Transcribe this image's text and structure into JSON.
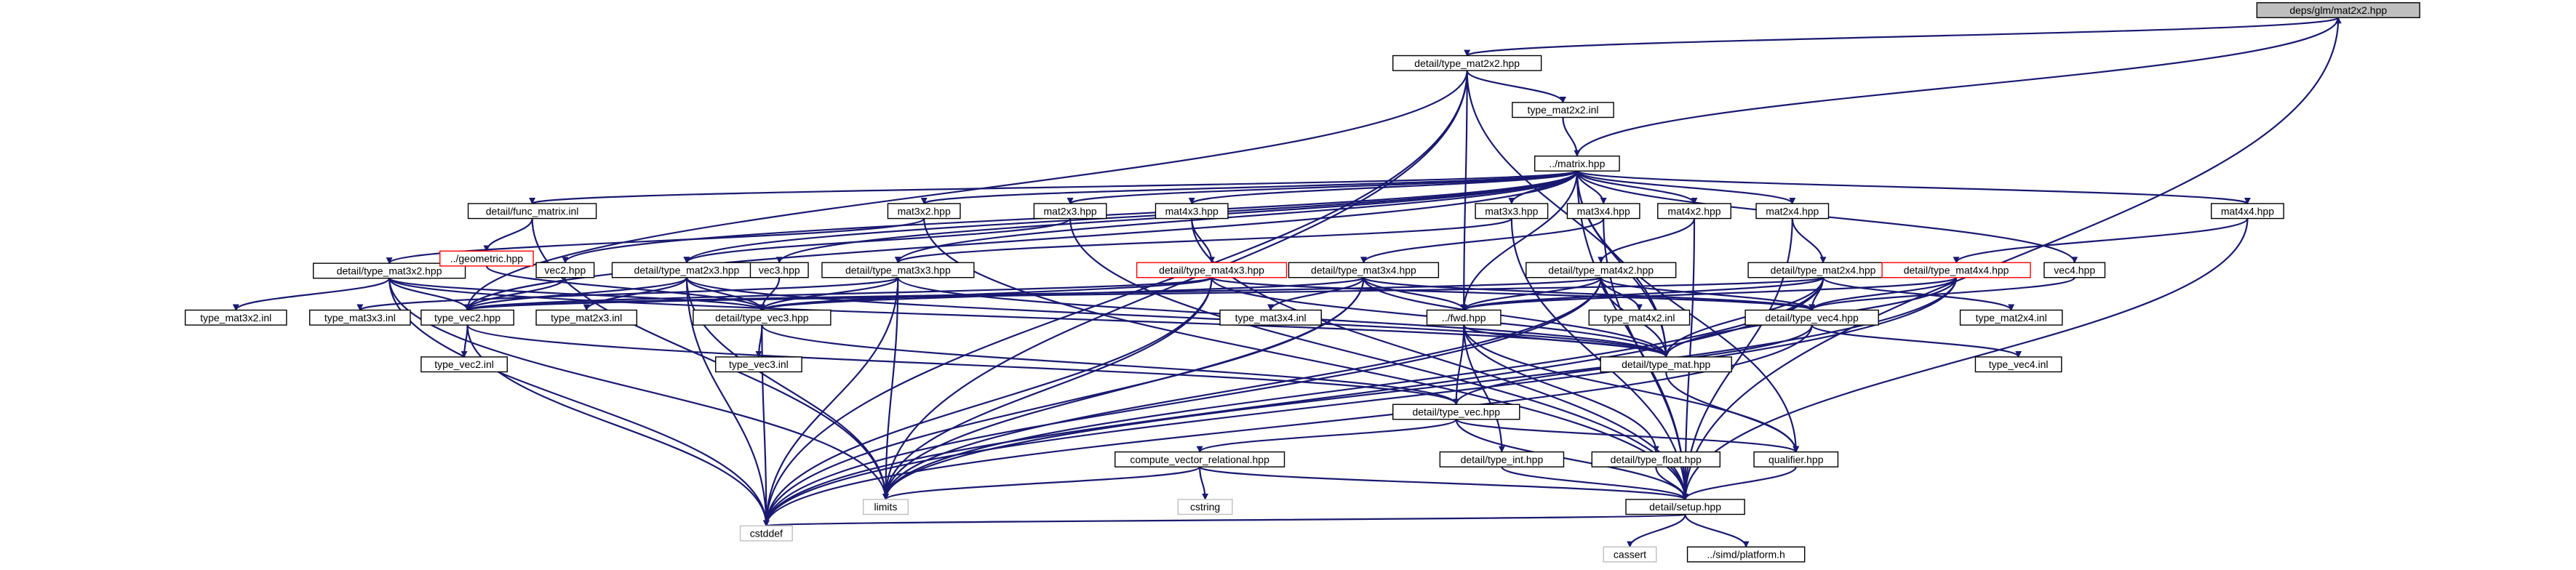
{
  "edge_color": "#191970",
  "root_fill": "#bfbfbf",
  "truncated_border": "#ff0000",
  "external_border": "#bfbfbf",
  "nodes": [
    {
      "id": "root",
      "label": "deps/glm/mat2x2.hpp",
      "kind": "root"
    },
    {
      "id": "tm2x2",
      "label": "detail/type_mat2x2.hpp",
      "kind": "normal"
    },
    {
      "id": "tm2x2inl",
      "label": "type_mat2x2.inl",
      "kind": "normal"
    },
    {
      "id": "matrix",
      "label": "../matrix.hpp",
      "kind": "normal"
    },
    {
      "id": "funcmat",
      "label": "detail/func_matrix.inl",
      "kind": "normal"
    },
    {
      "id": "m3x2",
      "label": "mat3x2.hpp",
      "kind": "normal"
    },
    {
      "id": "m2x3",
      "label": "mat2x3.hpp",
      "kind": "normal"
    },
    {
      "id": "m4x3",
      "label": "mat4x3.hpp",
      "kind": "normal"
    },
    {
      "id": "m3x3",
      "label": "mat3x3.hpp",
      "kind": "normal"
    },
    {
      "id": "m3x4",
      "label": "mat3x4.hpp",
      "kind": "normal"
    },
    {
      "id": "m4x2",
      "label": "mat4x2.hpp",
      "kind": "normal"
    },
    {
      "id": "m2x4",
      "label": "mat2x4.hpp",
      "kind": "normal"
    },
    {
      "id": "m4x4",
      "label": "mat4x4.hpp",
      "kind": "normal"
    },
    {
      "id": "tm3x2",
      "label": "detail/type_mat3x2.hpp",
      "kind": "normal"
    },
    {
      "id": "geometric",
      "label": "../geometric.hpp",
      "kind": "truncated"
    },
    {
      "id": "vec2",
      "label": "vec2.hpp",
      "kind": "normal"
    },
    {
      "id": "tm2x3",
      "label": "detail/type_mat2x3.hpp",
      "kind": "normal"
    },
    {
      "id": "vec3",
      "label": "vec3.hpp",
      "kind": "normal"
    },
    {
      "id": "tm3x3",
      "label": "detail/type_mat3x3.hpp",
      "kind": "normal"
    },
    {
      "id": "tm4x3",
      "label": "detail/type_mat4x3.hpp",
      "kind": "truncated"
    },
    {
      "id": "tm3x4",
      "label": "detail/type_mat3x4.hpp",
      "kind": "normal"
    },
    {
      "id": "tm4x2",
      "label": "detail/type_mat4x2.hpp",
      "kind": "normal"
    },
    {
      "id": "tm2x4",
      "label": "detail/type_mat2x4.hpp",
      "kind": "normal"
    },
    {
      "id": "tm4x4",
      "label": "detail/type_mat4x4.hpp",
      "kind": "truncated"
    },
    {
      "id": "vec4",
      "label": "vec4.hpp",
      "kind": "normal"
    },
    {
      "id": "tm3x2inl",
      "label": "type_mat3x2.inl",
      "kind": "normal"
    },
    {
      "id": "tm3x3inl",
      "label": "type_mat3x3.inl",
      "kind": "normal"
    },
    {
      "id": "tvec2",
      "label": "type_vec2.hpp",
      "kind": "normal"
    },
    {
      "id": "tm2x3inl",
      "label": "type_mat2x3.inl",
      "kind": "normal"
    },
    {
      "id": "tvec3",
      "label": "detail/type_vec3.hpp",
      "kind": "normal"
    },
    {
      "id": "tm3x4inl",
      "label": "type_mat3x4.inl",
      "kind": "normal"
    },
    {
      "id": "fwd",
      "label": "../fwd.hpp",
      "kind": "normal"
    },
    {
      "id": "tm4x2inl",
      "label": "type_mat4x2.inl",
      "kind": "normal"
    },
    {
      "id": "tvec4",
      "label": "detail/type_vec4.hpp",
      "kind": "normal"
    },
    {
      "id": "tm2x4inl",
      "label": "type_mat2x4.inl",
      "kind": "normal"
    },
    {
      "id": "tvec2inl",
      "label": "type_vec2.inl",
      "kind": "normal"
    },
    {
      "id": "tvec3inl",
      "label": "type_vec3.inl",
      "kind": "normal"
    },
    {
      "id": "tmat",
      "label": "detail/type_mat.hpp",
      "kind": "normal"
    },
    {
      "id": "tvec4inl",
      "label": "type_vec4.inl",
      "kind": "normal"
    },
    {
      "id": "tvec",
      "label": "detail/type_vec.hpp",
      "kind": "normal"
    },
    {
      "id": "cvr",
      "label": "compute_vector_relational.hpp",
      "kind": "normal"
    },
    {
      "id": "tint",
      "label": "detail/type_int.hpp",
      "kind": "normal"
    },
    {
      "id": "tfloat",
      "label": "detail/type_float.hpp",
      "kind": "normal"
    },
    {
      "id": "qualifier",
      "label": "qualifier.hpp",
      "kind": "normal"
    },
    {
      "id": "limits",
      "label": "limits",
      "kind": "external"
    },
    {
      "id": "cstring",
      "label": "cstring",
      "kind": "external"
    },
    {
      "id": "setup",
      "label": "detail/setup.hpp",
      "kind": "normal"
    },
    {
      "id": "cstddef",
      "label": "cstddef",
      "kind": "external"
    },
    {
      "id": "cassert",
      "label": "cassert",
      "kind": "external"
    },
    {
      "id": "platform",
      "label": "../simd/platform.h",
      "kind": "normal"
    }
  ],
  "edges": [
    [
      "root",
      "tm2x2"
    ],
    [
      "root",
      "setup"
    ],
    [
      "tm2x2",
      "tm2x2inl"
    ],
    [
      "tm2x2",
      "fwd"
    ],
    [
      "tm2x2",
      "tmat"
    ],
    [
      "tm2x2",
      "tvec2"
    ],
    [
      "tm2x2",
      "limits"
    ],
    [
      "tm2x2",
      "cstddef"
    ],
    [
      "tm2x2inl",
      "matrix"
    ],
    [
      "matrix",
      "root"
    ],
    [
      "matrix",
      "funcmat"
    ],
    [
      "matrix",
      "m3x2"
    ],
    [
      "matrix",
      "m2x3"
    ],
    [
      "matrix",
      "m4x3"
    ],
    [
      "matrix",
      "m3x3"
    ],
    [
      "matrix",
      "m3x4"
    ],
    [
      "matrix",
      "m4x2"
    ],
    [
      "matrix",
      "m2x4"
    ],
    [
      "matrix",
      "m4x4"
    ],
    [
      "matrix",
      "vec2"
    ],
    [
      "matrix",
      "vec3"
    ],
    [
      "matrix",
      "vec4"
    ],
    [
      "matrix",
      "tm2x3"
    ],
    [
      "matrix",
      "tm3x3"
    ],
    [
      "matrix",
      "tvec2"
    ],
    [
      "matrix",
      "fwd"
    ],
    [
      "matrix",
      "tmat"
    ],
    [
      "matrix",
      "qualifier"
    ],
    [
      "matrix",
      "setup"
    ],
    [
      "funcmat",
      "geometric"
    ],
    [
      "funcmat",
      "limits"
    ],
    [
      "m3x2",
      "tm3x2"
    ],
    [
      "m3x2",
      "setup"
    ],
    [
      "m2x3",
      "tm2x3"
    ],
    [
      "m2x3",
      "setup"
    ],
    [
      "m4x3",
      "tm4x3"
    ],
    [
      "m4x3",
      "setup"
    ],
    [
      "m3x3",
      "tm3x3"
    ],
    [
      "m3x3",
      "setup"
    ],
    [
      "m3x4",
      "tm3x4"
    ],
    [
      "m3x4",
      "setup"
    ],
    [
      "m4x2",
      "tm4x2"
    ],
    [
      "m4x2",
      "setup"
    ],
    [
      "m2x4",
      "tm2x4"
    ],
    [
      "m2x4",
      "setup"
    ],
    [
      "m4x4",
      "tm4x4"
    ],
    [
      "m4x4",
      "setup"
    ],
    [
      "tm3x2",
      "tm3x2inl"
    ],
    [
      "tm3x2",
      "tvec2"
    ],
    [
      "tm3x2",
      "tvec3"
    ],
    [
      "tm3x2",
      "tmat"
    ],
    [
      "tm3x2",
      "limits"
    ],
    [
      "tm3x2",
      "cstddef"
    ],
    [
      "geometric",
      "tvec3"
    ],
    [
      "vec2",
      "tvec2"
    ],
    [
      "tm2x3",
      "tm2x3inl"
    ],
    [
      "tm2x3",
      "tvec2"
    ],
    [
      "tm2x3",
      "tvec3"
    ],
    [
      "tm2x3",
      "tmat"
    ],
    [
      "tm2x3",
      "limits"
    ],
    [
      "tm2x3",
      "cstddef"
    ],
    [
      "vec3",
      "tvec3"
    ],
    [
      "tm3x3",
      "tm3x3inl"
    ],
    [
      "tm3x3",
      "tvec3"
    ],
    [
      "tm3x3",
      "tmat"
    ],
    [
      "tm3x3",
      "limits"
    ],
    [
      "tm3x3",
      "cstddef"
    ],
    [
      "tm4x3",
      "tvec3"
    ],
    [
      "tm4x3",
      "tvec4"
    ],
    [
      "tm4x3",
      "tmat"
    ],
    [
      "tm4x3",
      "tvec2"
    ],
    [
      "tm4x3",
      "limits"
    ],
    [
      "tm4x3",
      "cstddef"
    ],
    [
      "tm3x4",
      "tm3x4inl"
    ],
    [
      "tm3x4",
      "tvec3"
    ],
    [
      "tm3x4",
      "tvec4"
    ],
    [
      "tm3x4",
      "tmat"
    ],
    [
      "tm3x4",
      "fwd"
    ],
    [
      "tm3x4",
      "limits"
    ],
    [
      "tm3x4",
      "cstddef"
    ],
    [
      "tm4x2",
      "tm4x2inl"
    ],
    [
      "tm4x2",
      "tvec2"
    ],
    [
      "tm4x2",
      "tvec4"
    ],
    [
      "tm4x2",
      "tmat"
    ],
    [
      "tm4x2",
      "fwd"
    ],
    [
      "tm4x2",
      "limits"
    ],
    [
      "tm4x2",
      "cstddef"
    ],
    [
      "tm2x4",
      "tm2x4inl"
    ],
    [
      "tm2x4",
      "tvec2"
    ],
    [
      "tm2x4",
      "tvec4"
    ],
    [
      "tm2x4",
      "tmat"
    ],
    [
      "tm2x4",
      "fwd"
    ],
    [
      "tm2x4",
      "limits"
    ],
    [
      "tm2x4",
      "cstddef"
    ],
    [
      "tm4x4",
      "tvec4"
    ],
    [
      "tm4x4",
      "tmat"
    ],
    [
      "tm4x4",
      "fwd"
    ],
    [
      "tm4x4",
      "limits"
    ],
    [
      "tm4x4",
      "cstddef"
    ],
    [
      "vec4",
      "tvec4"
    ],
    [
      "tvec2",
      "tvec2inl"
    ],
    [
      "tvec2",
      "tvec"
    ],
    [
      "tvec2",
      "cstddef"
    ],
    [
      "tvec3",
      "tvec3inl"
    ],
    [
      "tvec3",
      "tvec"
    ],
    [
      "tvec3",
      "cstddef"
    ],
    [
      "tvec4",
      "tvec4inl"
    ],
    [
      "tvec4",
      "tvec"
    ],
    [
      "tvec4",
      "cstddef"
    ],
    [
      "fwd",
      "tint"
    ],
    [
      "fwd",
      "tfloat"
    ],
    [
      "fwd",
      "tvec"
    ],
    [
      "fwd",
      "tmat"
    ],
    [
      "fwd",
      "qualifier"
    ],
    [
      "tmat",
      "qualifier"
    ],
    [
      "tvec",
      "cvr"
    ],
    [
      "tvec",
      "qualifier"
    ],
    [
      "tvec",
      "setup"
    ],
    [
      "cvr",
      "setup"
    ],
    [
      "cvr",
      "limits"
    ],
    [
      "cvr",
      "cstring"
    ],
    [
      "tint",
      "setup"
    ],
    [
      "tfloat",
      "setup"
    ],
    [
      "qualifier",
      "setup"
    ],
    [
      "setup",
      "cstddef"
    ],
    [
      "setup",
      "cassert"
    ],
    [
      "setup",
      "platform"
    ]
  ]
}
